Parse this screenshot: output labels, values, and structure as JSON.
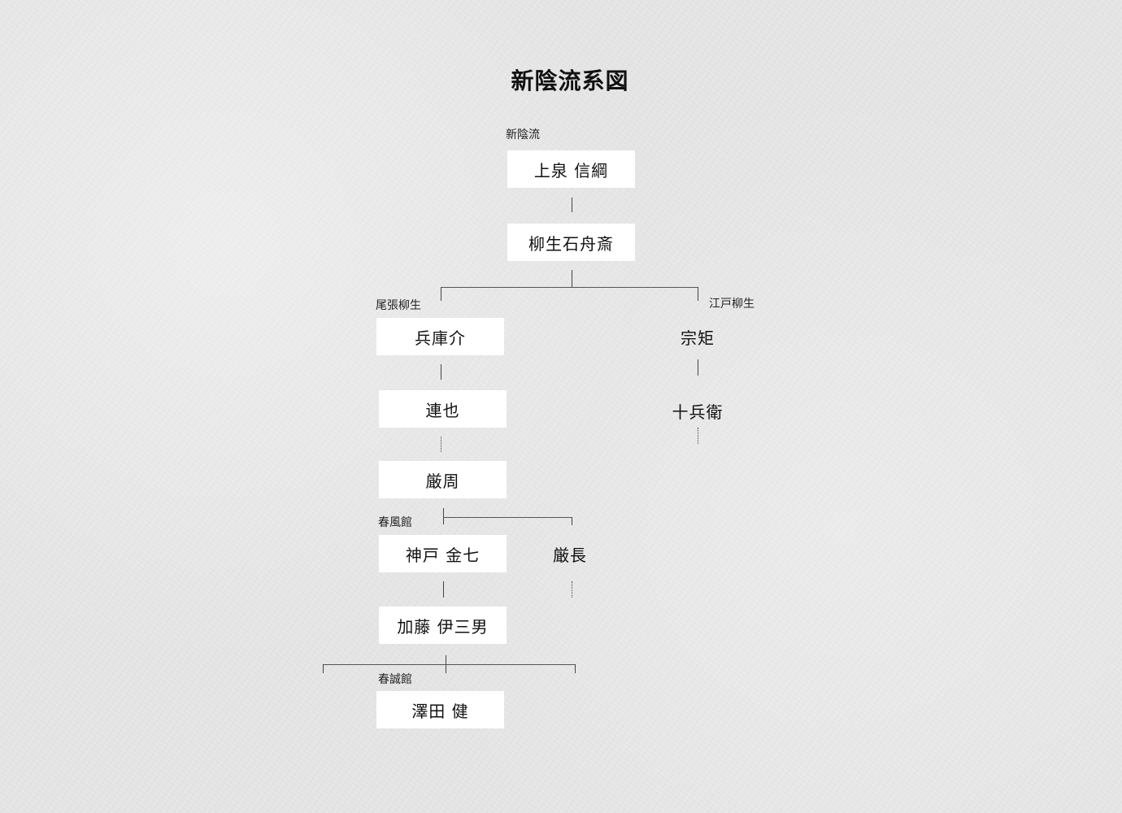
{
  "title": "新陰流系図",
  "labels": {
    "shinkage": "新陰流",
    "owari": "尾張柳生",
    "edo": "江戸柳生",
    "shunpukan": "春風館",
    "shunseikan": "春誠館"
  },
  "nodes": {
    "kamiizumi": "上泉 信綱",
    "sekishusai": "柳生石舟斎",
    "hyogonosuke": "兵庫介",
    "munenori": "宗矩",
    "renya": "連也",
    "jubei": "十兵衛",
    "genshu": "厳周",
    "kanbe": "神戸 金七",
    "gencho": "厳長",
    "kato": "加藤 伊三男",
    "sawada": "澤田 健"
  },
  "colors": {
    "background": "#e6e6e6",
    "box": "#ffffff",
    "line": "#444444",
    "text": "#111111"
  }
}
